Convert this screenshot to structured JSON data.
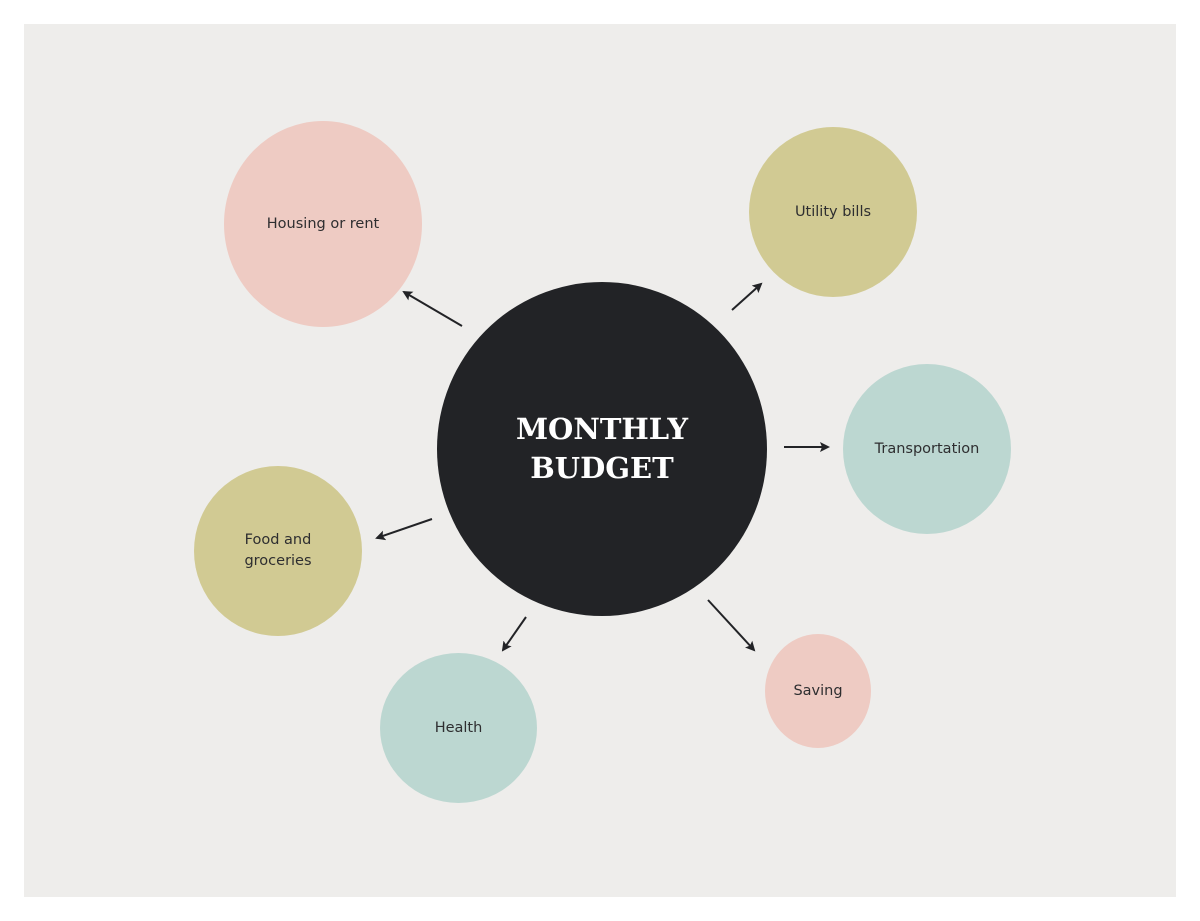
{
  "diagram": {
    "type": "mind-map",
    "background_color": "#eeedeb",
    "center": {
      "label_line1": "MONTHLY",
      "label_line2": "BUDGET",
      "color": "#222326",
      "text_color": "#ffffff"
    },
    "nodes": [
      {
        "id": "housing",
        "label": "Housing or rent",
        "color": "#eecbc3"
      },
      {
        "id": "utility",
        "label": "Utility bills",
        "color": "#d1ca93"
      },
      {
        "id": "transportation",
        "label": "Transportation",
        "color": "#bcd7d1"
      },
      {
        "id": "food",
        "label_line1": "Food and",
        "label_line2": "groceries",
        "color": "#d1ca93"
      },
      {
        "id": "health",
        "label": "Health",
        "color": "#bcd7d1"
      },
      {
        "id": "saving",
        "label": "Saving",
        "color": "#eecbc3"
      }
    ],
    "edges": [
      {
        "from": "center",
        "to": "housing"
      },
      {
        "from": "center",
        "to": "utility"
      },
      {
        "from": "center",
        "to": "transportation"
      },
      {
        "from": "center",
        "to": "food"
      },
      {
        "from": "center",
        "to": "health"
      },
      {
        "from": "center",
        "to": "saving"
      }
    ],
    "arrow_color": "#222326"
  }
}
